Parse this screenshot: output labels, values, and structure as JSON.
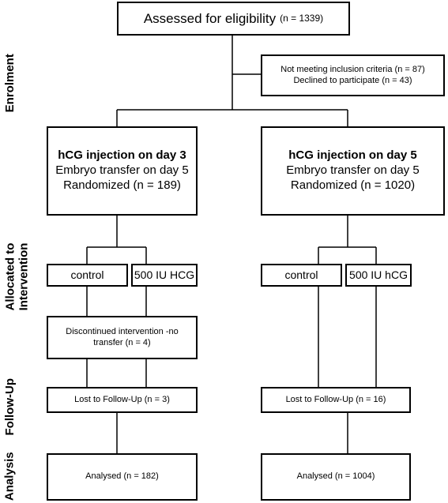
{
  "sections": {
    "enrolment": "Enrolment",
    "allocated_line1": "Allocated to",
    "allocated_line2": "Intervention",
    "followup": "Follow-Up",
    "analysis": "Analysis"
  },
  "assessed": {
    "label": "Assessed for eligibility",
    "count": "(n = 1339)"
  },
  "excluded": {
    "line1": "Not meeting inclusion criteria (n = 87)",
    "line2": "Declined to participate (n = 43)"
  },
  "arm_day3": {
    "title": "hCG injection on day 3",
    "line2": "Embryo transfer  on day 5",
    "line3": "Randomized  (n = 189)",
    "control": "control",
    "hcg": "500 IU HCG",
    "discontinued_line1": "Discontinued intervention  -no",
    "discontinued_line2": "transfer (n = 4)",
    "lost": "Lost to Follow-Up (n = 3)",
    "analysed": "Analysed (n = 182)"
  },
  "arm_day5": {
    "title": "hCG injection on day 5",
    "line2": "Embryo transfer  on day 5",
    "line3": "Randomized  (n = 1020)",
    "control": "control",
    "hcg": "500 IU hCG",
    "lost": "Lost to Follow-Up (n = 16)",
    "analysed": "Analysed (n = 1004)"
  }
}
